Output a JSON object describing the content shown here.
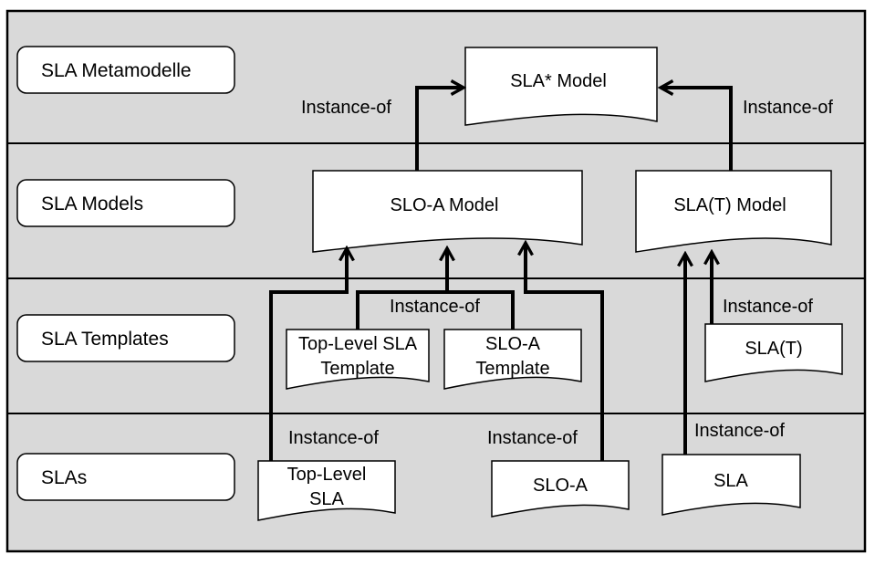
{
  "colors": {
    "background": "#d9d9d9",
    "box_fill": "#ffffff",
    "line": "#000000"
  },
  "lanes": [
    {
      "label": "SLA Metamodelle"
    },
    {
      "label": "SLA Models"
    },
    {
      "label": "SLA Templates"
    },
    {
      "label": "SLAs"
    }
  ],
  "documents": {
    "sla_star_model": {
      "label": "SLA* Model"
    },
    "slo_a_model": {
      "label": "SLO-A Model"
    },
    "sla_t_model": {
      "label": "SLA(T) Model"
    },
    "top_level_sla_template": {
      "lines": [
        "Top-Level SLA",
        "Template"
      ]
    },
    "slo_a_template": {
      "lines": [
        "SLO-A",
        "Template"
      ]
    },
    "sla_t": {
      "label": "SLA(T)"
    },
    "top_level_sla": {
      "lines": [
        "Top-Level",
        "SLA"
      ]
    },
    "slo_a": {
      "label": "SLO-A"
    },
    "sla": {
      "label": "SLA"
    }
  },
  "relation_labels": {
    "slo_a_model_to_star": "Instance-of",
    "sla_t_model_to_star": "Instance-of",
    "templates_to_slo_a_model": "Instance-of",
    "sla_t_to_sla_t_model": "Instance-of",
    "top_level_sla_to_slo_a_model": "Instance-of",
    "slo_a_to_slo_a_model": "Instance-of",
    "sla_to_sla_t_model": "Instance-of"
  }
}
